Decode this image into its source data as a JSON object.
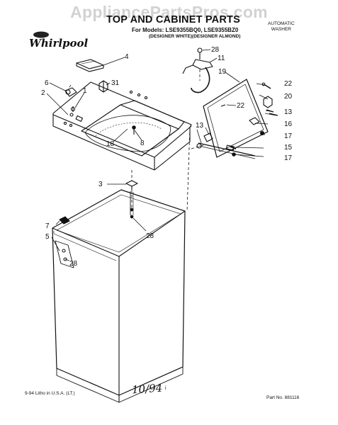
{
  "watermark": "AppliancePartsPros.com",
  "brand": "Whirlpool",
  "header": {
    "title": "TOP AND CABINET PARTS",
    "models": "For Models: LSE9355BQ0, LSE9355BZ0",
    "variants": "(DESIGNER WHITE)(DESIGNER ALMOND)",
    "product_line1": "AUTOMATIC",
    "product_line2": "WASHER"
  },
  "callouts": [
    "4",
    "6",
    "31",
    "2",
    "1",
    "8",
    "18",
    "28",
    "11",
    "19",
    "22",
    "20",
    "22",
    "13",
    "13",
    "16",
    "17",
    "15",
    "17",
    "3",
    "28",
    "7",
    "5",
    "28"
  ],
  "footer": {
    "left": "9-94 Litho in U.S.A. (LT.)",
    "right": "Part No. 881116",
    "handwriting": "10/94",
    "mark": "i"
  }
}
